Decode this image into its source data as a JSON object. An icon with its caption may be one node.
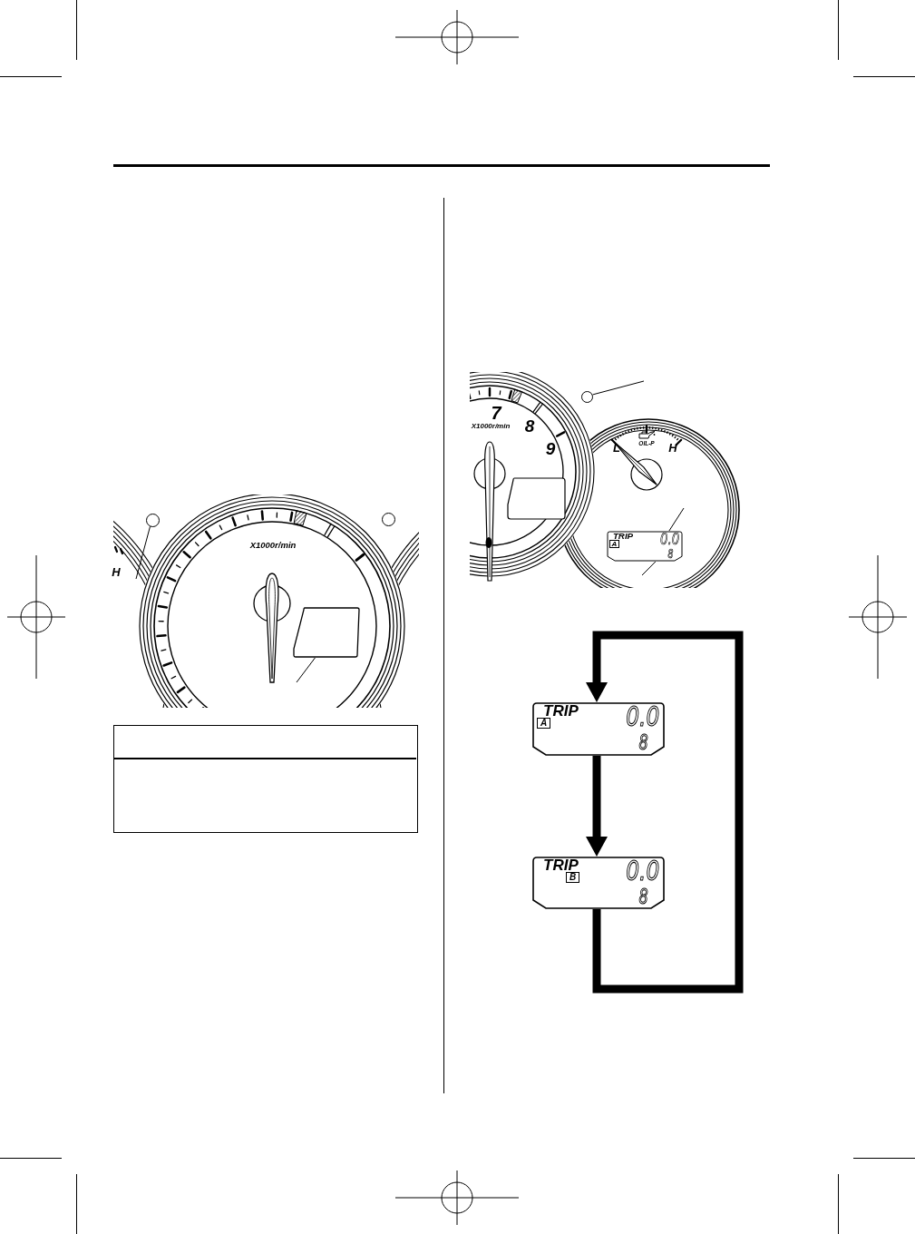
{
  "diagram": {
    "nodes": [
      {
        "text": [],
        "shape": "circle"
      },
      {
        "text": [],
        "shape": "circle"
      },
      {
        "text": [],
        "shape": "box"
      },
      {
        "text": [],
        "shape": "circle"
      },
      {
        "text": [
          "TRIP",
          "A",
          "0.0",
          "8"
        ]
      },
      {
        "text": [
          "TRIP",
          "A",
          "0.0",
          "8"
        ]
      },
      {
        "text": [
          "TRIP",
          "B",
          "0.0",
          "8"
        ]
      }
    ],
    "edges": [
      {
        "from": 0,
        "to": null,
        "arrow": "none"
      },
      {
        "from": null,
        "to": 2,
        "arrow": "none"
      },
      {
        "from": 3,
        "to": null,
        "arrow": "none"
      },
      {
        "from": null,
        "to": 4,
        "arrow": "none"
      },
      {
        "from": null,
        "to": 4,
        "arrow": "none"
      },
      {
        "from": 5,
        "to": 6,
        "arrow": "to",
        "style": "thick"
      },
      {
        "from": 6,
        "to": 5,
        "arrow": "to",
        "style": "thick"
      }
    ],
    "labels": [
      "H",
      "X1000r/min",
      "7",
      "8",
      "X1000r/min",
      "9",
      "L",
      "OIL-P",
      "H"
    ]
  }
}
